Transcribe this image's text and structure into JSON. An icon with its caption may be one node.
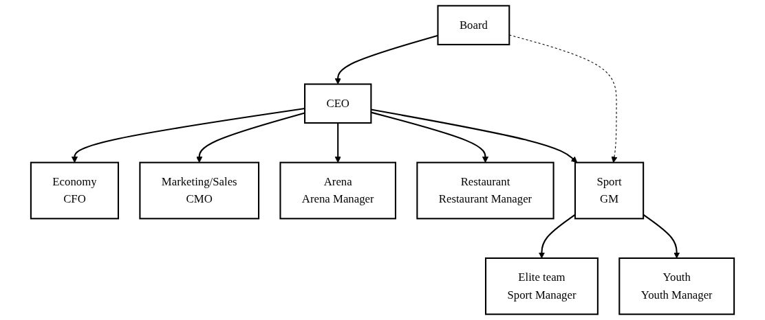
{
  "diagram": {
    "nodes": [
      {
        "text": [
          "Board"
        ]
      },
      {
        "text": [
          "CEO"
        ]
      },
      {
        "text": [
          "Economy",
          "CFO"
        ]
      },
      {
        "text": [
          "Marketing/Sales",
          "CMO"
        ]
      },
      {
        "text": [
          "Arena",
          "Arena Manager"
        ]
      },
      {
        "text": [
          "Restaurant",
          "Restaurant Manager"
        ]
      },
      {
        "text": [
          "Sport",
          "GM"
        ]
      },
      {
        "text": [
          "Elite team",
          "Sport Manager"
        ]
      },
      {
        "text": [
          "Youth",
          "Youth Manager"
        ]
      }
    ],
    "edges": [
      {
        "from": 0,
        "to": 1,
        "arrow": "to"
      },
      {
        "from": 1,
        "to": 2,
        "arrow": "to"
      },
      {
        "from": 1,
        "to": 3,
        "arrow": "to"
      },
      {
        "from": 1,
        "to": 4,
        "arrow": "to"
      },
      {
        "from": 1,
        "to": 5,
        "arrow": "to"
      },
      {
        "from": 1,
        "to": 6,
        "arrow": "to"
      },
      {
        "from": 0,
        "to": 6,
        "arrow": "to",
        "style": "dashed"
      },
      {
        "from": 6,
        "to": 7,
        "arrow": "to"
      },
      {
        "from": 6,
        "to": 8,
        "arrow": "to"
      }
    ]
  }
}
